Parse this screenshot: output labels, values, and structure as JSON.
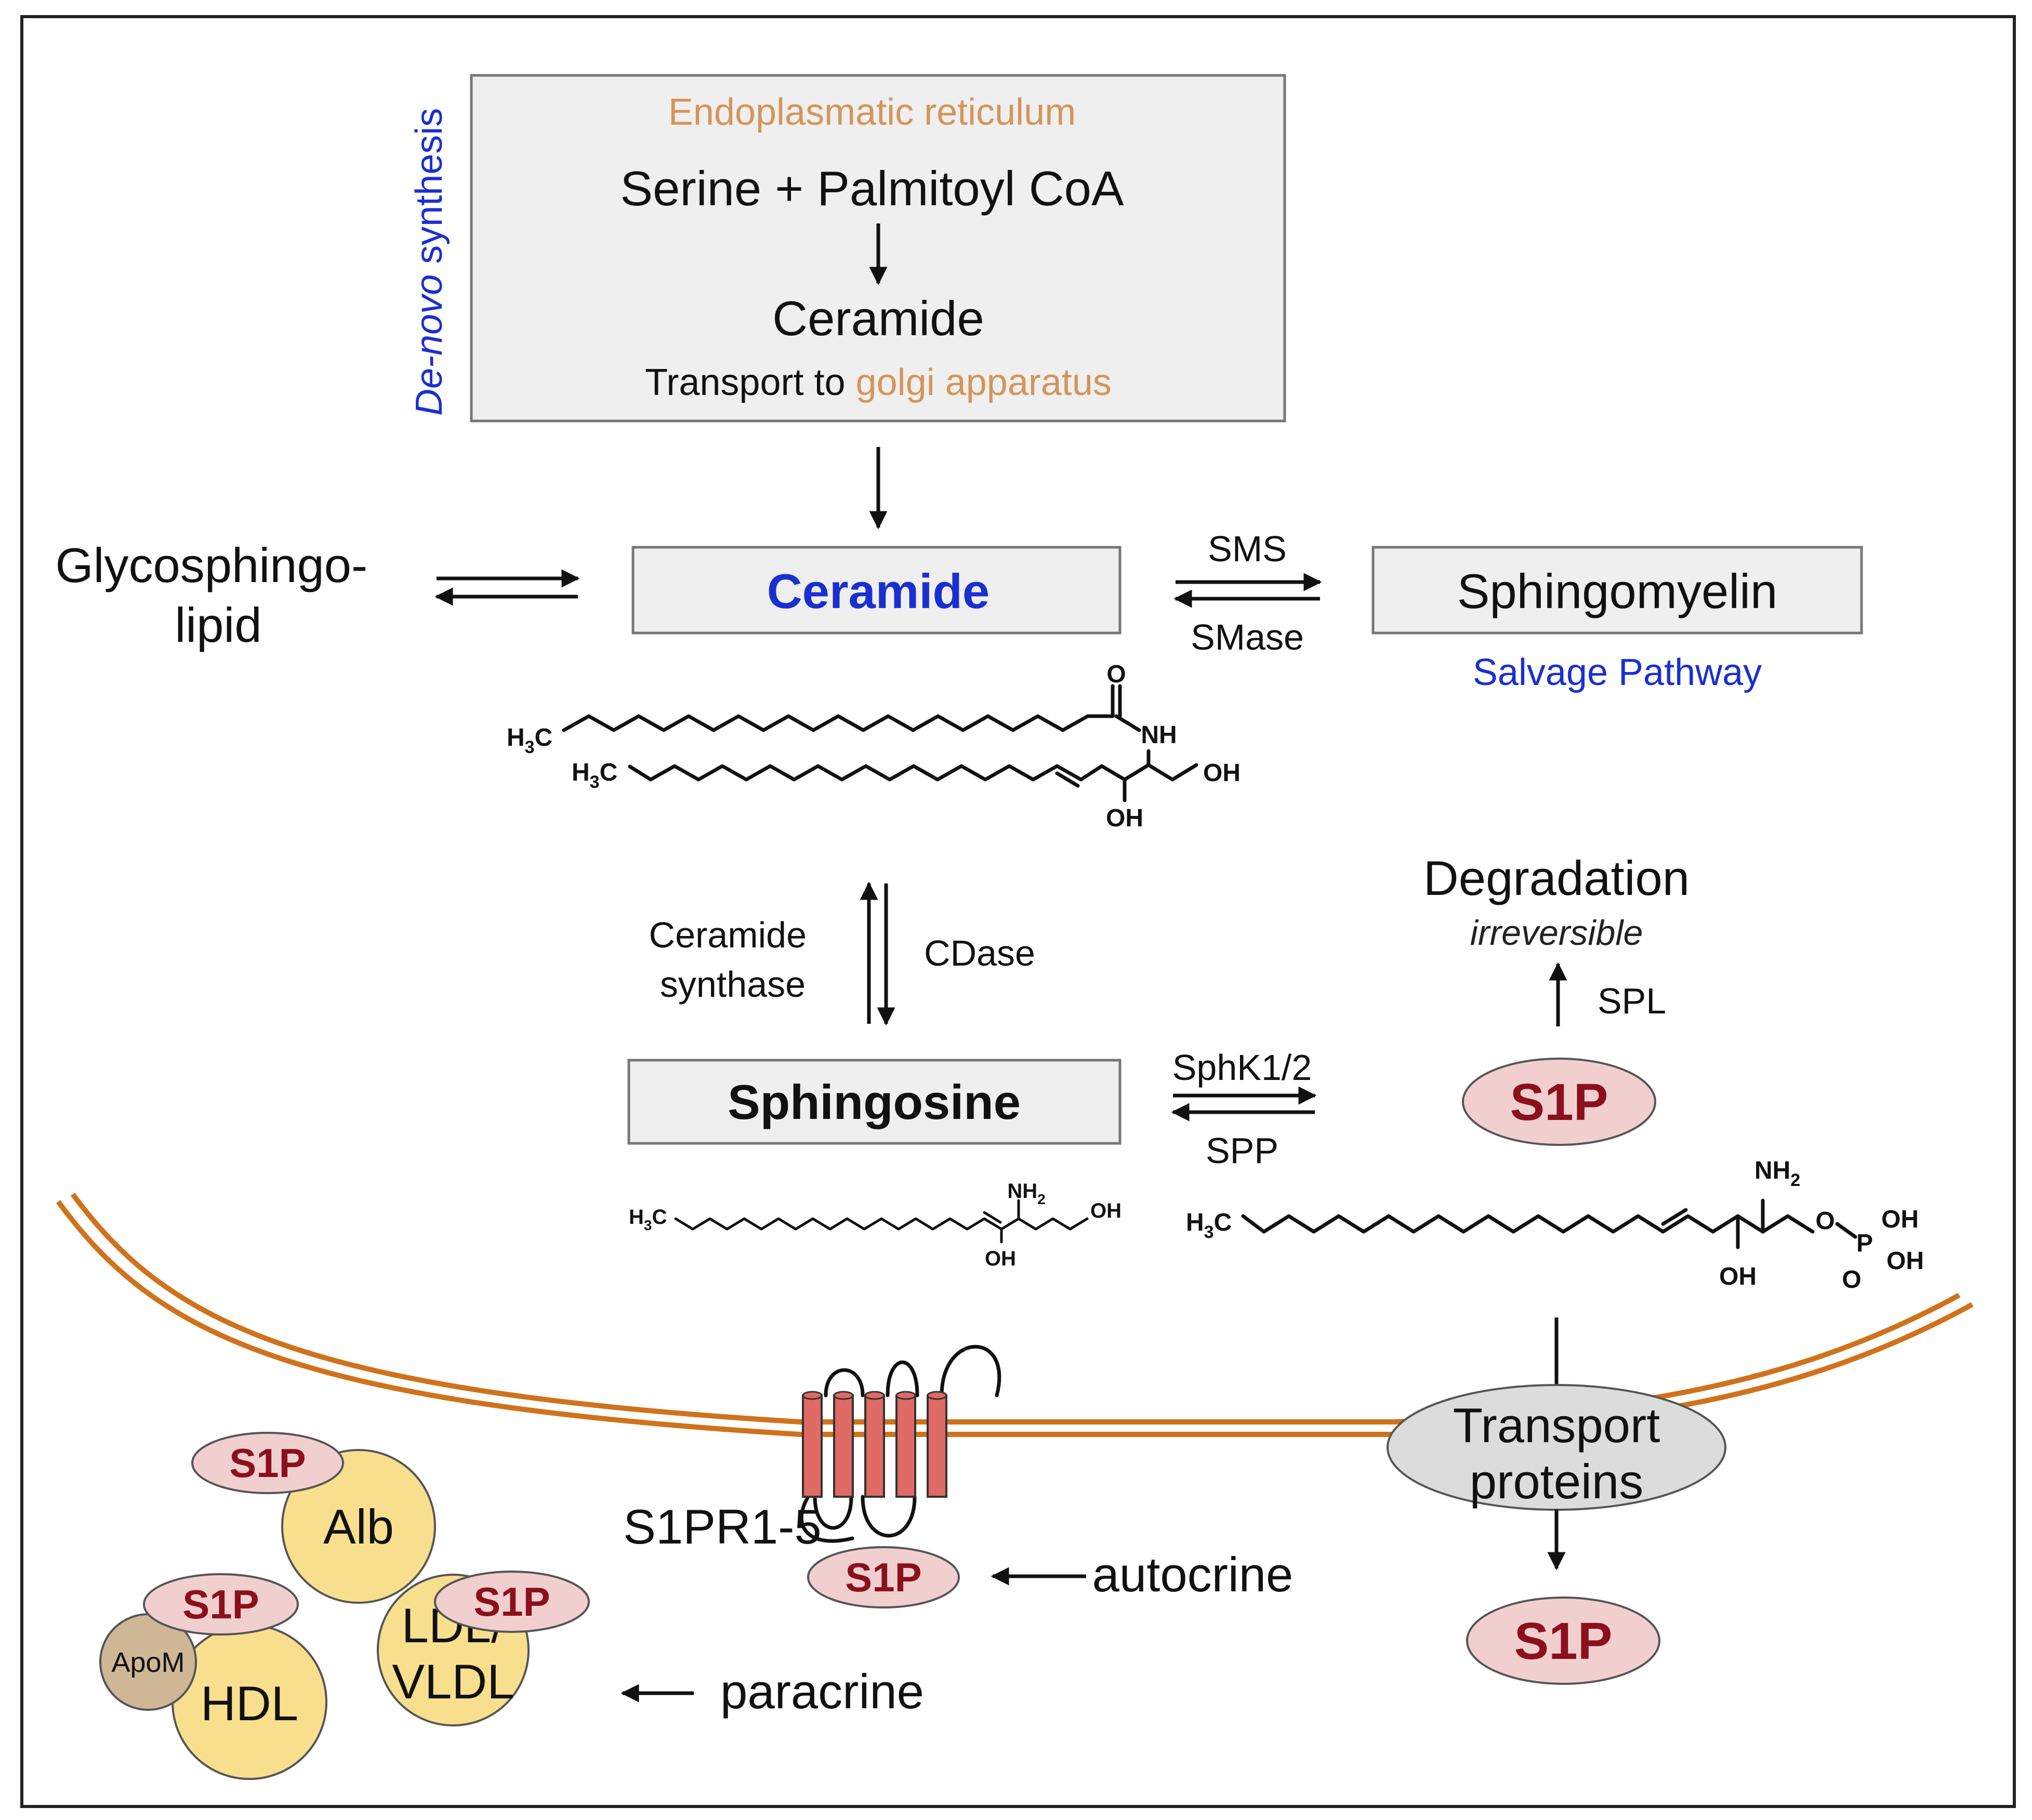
{
  "de_novo": {
    "label_italic": "De-novo",
    "label_rest": " synthesis",
    "er_title": "Endoplasmatic reticulum",
    "reactants": "Serine + Palmitoyl CoA",
    "product": "Ceramide",
    "transport_prefix": "Transport to ",
    "transport_target": "golgi apparatus"
  },
  "glycosphingolipid": {
    "line1": "Glycosphingo-",
    "line2": "lipid"
  },
  "ceramide_box": {
    "label": "Ceramide"
  },
  "sms_enzyme": "SMS",
  "smase_enzyme": "SMase",
  "sphingomyelin_box": {
    "label": "Sphingomyelin"
  },
  "salvage_pathway": "Salvage Pathway",
  "ceramide_structure": {
    "h3c": "H",
    "sub3": "3",
    "c": "C",
    "o": "O",
    "nh": "NH",
    "oh": "OH"
  },
  "ceramide_synthase": {
    "line1": "Ceramide",
    "line2": "synthase"
  },
  "cdase": "CDase",
  "sphingosine_box": {
    "label": "Sphingosine"
  },
  "sphk": "SphK1/2",
  "spp": "SPP",
  "degradation": {
    "title": "Degradation",
    "note": "irreversible"
  },
  "spl": "SPL",
  "s1p_label": "S1P",
  "sphingosine_structure": {
    "h3c": "H",
    "sub3": "3",
    "c": "C",
    "nh": "NH",
    "sub2": "2",
    "oh": "OH"
  },
  "s1p_structure": {
    "h3c": "H",
    "sub3": "3",
    "c": "C",
    "nh": "NH",
    "sub2": "2",
    "oh": "OH",
    "o": "O",
    "p": "P"
  },
  "receptor": "S1PR1-5",
  "autocrine": "autocrine",
  "paracrine": "paracrine",
  "transport_proteins": {
    "line1": "Transport",
    "line2": "proteins"
  },
  "carriers": {
    "alb": "Alb",
    "hdl": "HDL",
    "apom": "ApoM",
    "ldl_line1": "LDL/",
    "ldl_line2": "VLDL"
  },
  "colors": {
    "blue_text": "#1a2fd0",
    "orange_text": "#d4955a",
    "membrane": "#d0721c",
    "box_fill": "#efefef",
    "s1p_fill": "#f2cfcf",
    "s1p_text": "#8b0f1c",
    "carrier_fill": "#f8df8e",
    "apom_fill": "#cfb796",
    "receptor_fill": "#e06a64",
    "transport_fill": "#dcdcdc"
  }
}
